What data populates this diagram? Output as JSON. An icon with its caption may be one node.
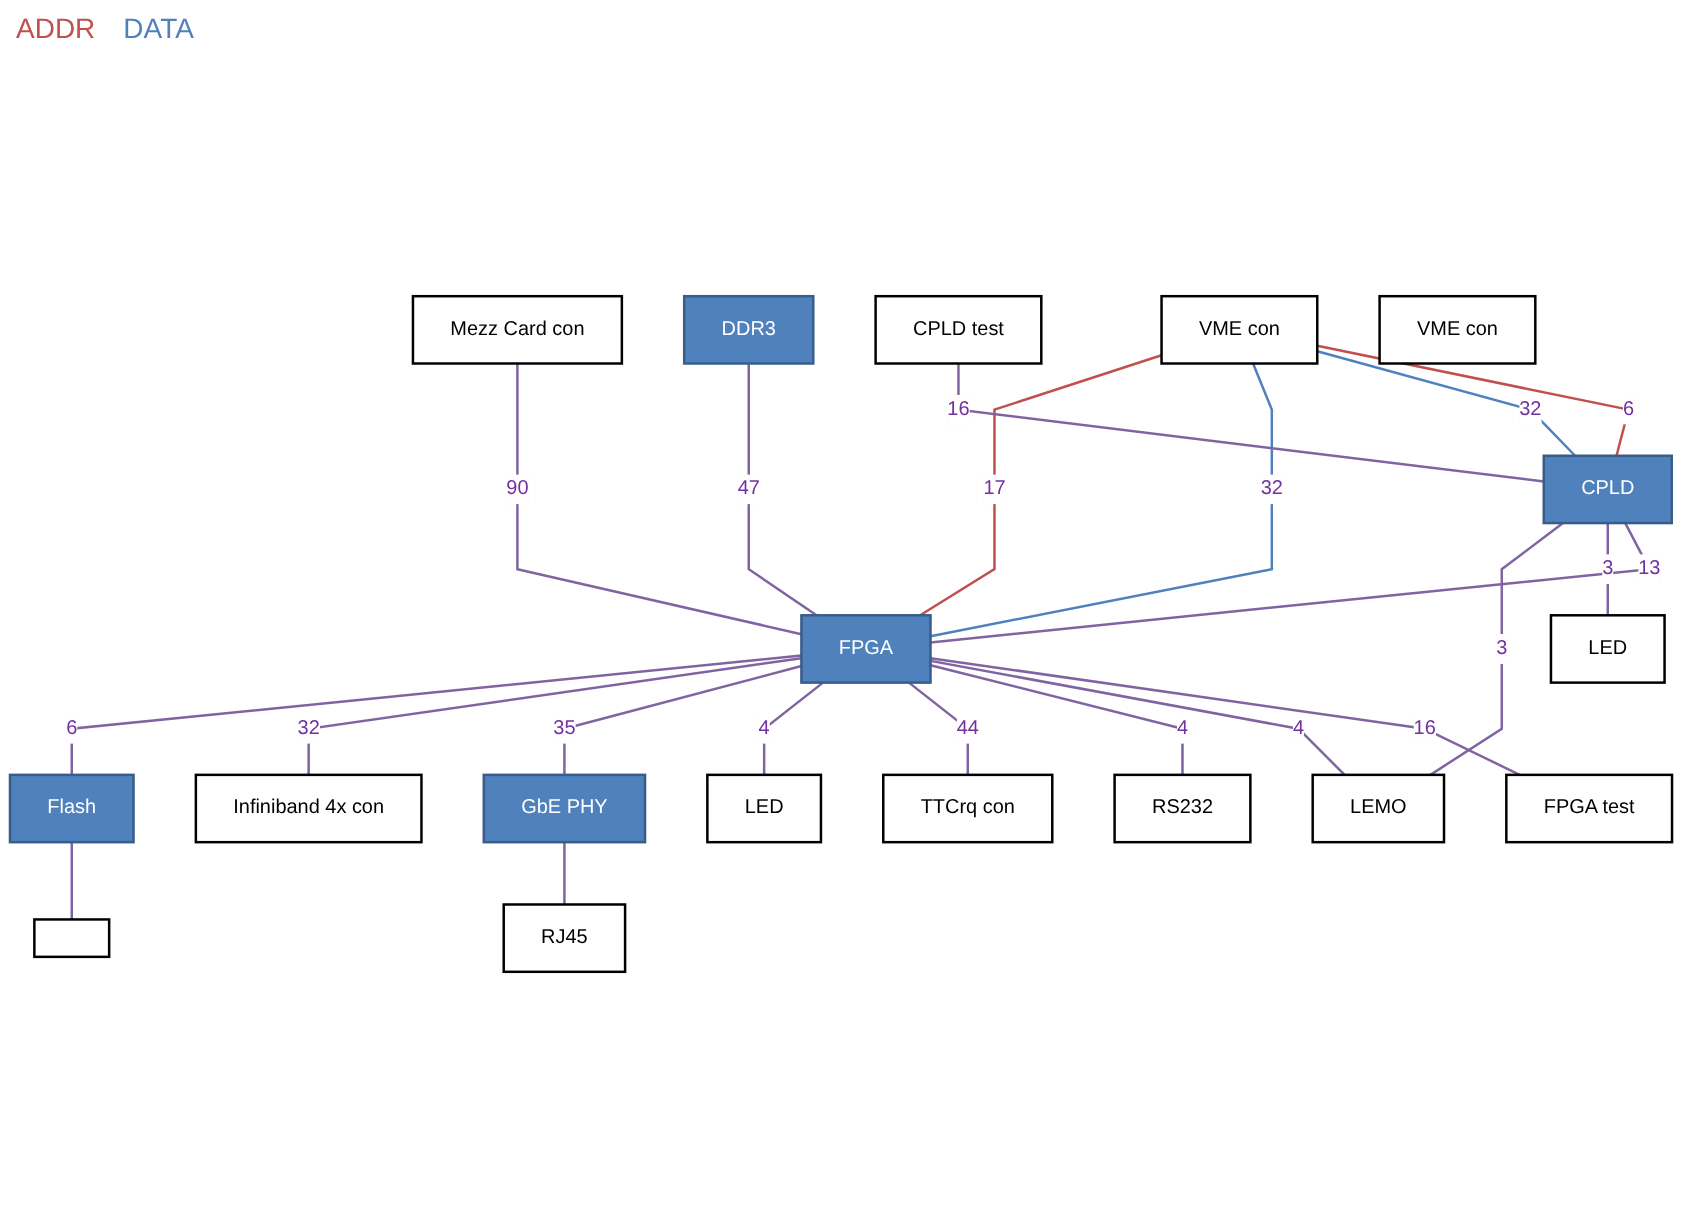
{
  "diagram": {
    "nodes": [
      {
        "text": [
          "VME con"
        ]
      },
      {
        "text": [
          "VME con"
        ]
      },
      {
        "text": [
          "DDR3"
        ]
      },
      {
        "text": [
          "Mezz Card con"
        ]
      },
      {
        "text": [
          "CPLD test"
        ]
      },
      {
        "text": [
          "CPLD"
        ]
      },
      {
        "text": [
          "FPGA"
        ]
      },
      {
        "text": [
          "FPGA test"
        ]
      },
      {
        "text": [
          "RS232"
        ]
      },
      {
        "text": [
          "TTCrq con"
        ]
      },
      {
        "text": [
          "GbE PHY"
        ]
      },
      {
        "text": [
          "Flash"
        ]
      },
      {
        "text": [],
        "shape": "box"
      },
      {
        "text": [
          "LED"
        ]
      },
      {
        "text": [
          "LED"
        ]
      },
      {
        "text": [
          "LEMO"
        ]
      },
      {
        "text": [
          "RJ45"
        ]
      },
      {
        "text": [
          "Infiniband 4x con"
        ]
      }
    ],
    "edges": [
      {
        "from": 0,
        "to": 5,
        "arrow": "none",
        "label": "6",
        "color": "#c0504d"
      },
      {
        "from": 0,
        "to": 5,
        "arrow": "none",
        "label": "32",
        "color": "#4f81bd"
      },
      {
        "from": 0,
        "to": 6,
        "arrow": "none",
        "label": "32",
        "color": "#4f81bd"
      },
      {
        "from": 0,
        "to": 6,
        "arrow": "none",
        "label": "17",
        "color": "#c0504d"
      },
      {
        "from": 2,
        "to": 6,
        "arrow": "none",
        "label": "47"
      },
      {
        "from": 3,
        "to": 6,
        "arrow": "none",
        "label": "90"
      },
      {
        "from": 4,
        "to": 5,
        "arrow": "none",
        "label": "16"
      },
      {
        "from": 5,
        "to": 6,
        "arrow": "none",
        "label": "13"
      },
      {
        "from": 6,
        "to": 7,
        "arrow": "none",
        "label": "16"
      },
      {
        "from": 5,
        "to": 14,
        "arrow": "none",
        "label": "3"
      },
      {
        "from": 5,
        "to": 15,
        "arrow": "none",
        "label": "3"
      },
      {
        "from": 6,
        "to": 15,
        "arrow": "none",
        "label": "4"
      },
      {
        "from": 6,
        "to": 8,
        "arrow": "none",
        "label": "4"
      },
      {
        "from": 6,
        "to": 9,
        "arrow": "none",
        "label": "44"
      },
      {
        "from": 6,
        "to": 13,
        "arrow": "none",
        "label": "4"
      },
      {
        "from": 6,
        "to": 10,
        "arrow": "none",
        "label": "35"
      },
      {
        "from": 6,
        "to": 17,
        "arrow": "none",
        "label": "32"
      },
      {
        "from": 6,
        "to": 11,
        "arrow": "none",
        "label": "6"
      },
      {
        "from": 11,
        "to": 12,
        "arrow": "none"
      },
      {
        "from": 10,
        "to": 16,
        "arrow": "none"
      }
    ],
    "labels": [
      "ADDR",
      "DATA"
    ]
  }
}
